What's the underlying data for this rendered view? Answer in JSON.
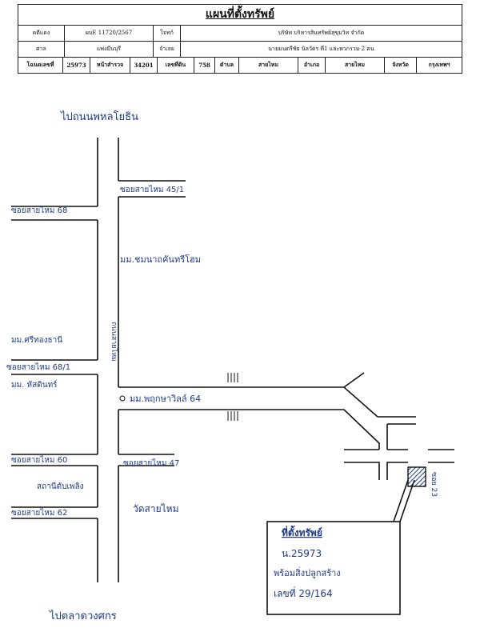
{
  "header": {
    "title": "แผนที่ตั้งทรัพย์",
    "row1": {
      "label_case": "คดีแดง",
      "case_no": "ผบE 11720/2567",
      "label_plaintiff": "โจทก์",
      "plaintiff": "บริษัท บริหารสินทรัพย์สุขุมวิท จำกัด"
    },
    "row2": {
      "label_court": "ศาล",
      "court": "แพ่งมีนบุรี",
      "label_defendant": "จำเลย",
      "defendant": "นายมนตรีชัย นิลวัตร ที่1 และพวกรวม 2 คน"
    },
    "row3": {
      "label_deed": "โฉนดเลขที่",
      "deed_no": "25973",
      "label_survey": "หน้าสำรวจ",
      "survey_no": "34201",
      "label_land": "เลขที่ดิน",
      "land_no": "758",
      "label_subdistrict": "ตำบล",
      "subdistrict": "สายไหม",
      "label_district": "อำเภอ",
      "district": "สายไหม",
      "label_province": "จังหวัด",
      "province": "กรุงเทพฯ"
    }
  },
  "map": {
    "top_road": "ไปถนนพหลโยธิน",
    "bottom_road": "ไปตลาดวงศกร",
    "soi_45_1": "ซอยสายไหม 45/1",
    "soi_68": "ซอยสายไหม 68",
    "village_chomna": "มม.ชมนาถคันทรีโฮม",
    "village_sri": "มม.ศรีทองธานี",
    "soi_68_1": "ซอยสายไหม 68/1",
    "village_hatthi": "มม. หัสดินทร์",
    "main_road_vertical": "ถนนสายไหม",
    "village_pruksa": "มม.พฤกษาวิลล์ 64",
    "soi_60": "ซอยสายไหม 60",
    "soi_47": "ซอยสายไหม 47",
    "fire_station": "สถานีดับเพลิง",
    "temple": "วัดสายไหม",
    "soi_62": "ซอยสายไหม 62",
    "soi_23": "ซอย 23",
    "legend_title": "ที่ตั้งทรัพย์",
    "legend_deed": "น.25973",
    "legend_building": "พร้อมสิ่งปลูกสร้าง",
    "legend_house_no": "เลขที่ 29/164"
  }
}
